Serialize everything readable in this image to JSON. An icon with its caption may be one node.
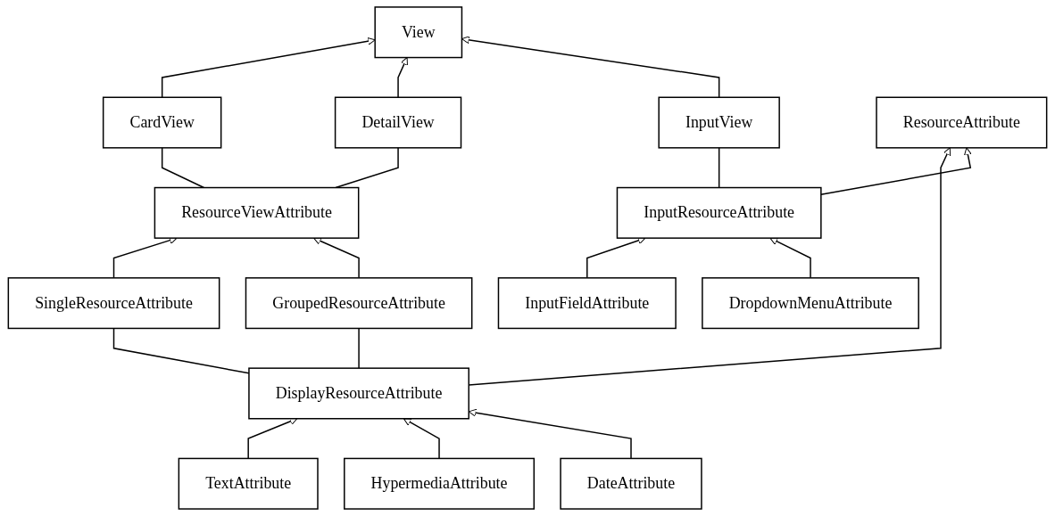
{
  "diagram": {
    "nodes": [
      {
        "text": [
          "View"
        ]
      },
      {
        "text": [
          "CardView"
        ]
      },
      {
        "text": [
          "DetailView"
        ]
      },
      {
        "text": [
          "InputView"
        ]
      },
      {
        "text": [
          "ResourceViewAttribute"
        ]
      },
      {
        "text": [
          "SingleResourceAttribute"
        ]
      },
      {
        "text": [
          "GroupedResourceAttribute"
        ]
      },
      {
        "text": [
          "DisplayResourceAttribute"
        ]
      },
      {
        "text": [
          "ResourceAttribute"
        ]
      },
      {
        "text": [
          "InputResourceAttribute"
        ]
      },
      {
        "text": [
          "TextAttribute"
        ]
      },
      {
        "text": [
          "HypermediaAttribute"
        ]
      },
      {
        "text": [
          "DateAttribute"
        ]
      },
      {
        "text": [
          "InputFieldAttribute"
        ]
      },
      {
        "text": [
          "DropdownMenuAttribute"
        ]
      }
    ],
    "edges": [
      {
        "from": 1,
        "to": 0,
        "arrow": "to"
      },
      {
        "from": 2,
        "to": 0,
        "arrow": "to"
      },
      {
        "from": 3,
        "to": 0,
        "arrow": "to"
      },
      {
        "from": 4,
        "to": 1,
        "arrow": "none"
      },
      {
        "from": 4,
        "to": 2,
        "arrow": "none"
      },
      {
        "from": 5,
        "to": 4,
        "arrow": "to"
      },
      {
        "from": 6,
        "to": 4,
        "arrow": "to"
      },
      {
        "from": 7,
        "to": 5,
        "arrow": "none"
      },
      {
        "from": 7,
        "to": 6,
        "arrow": "none"
      },
      {
        "from": 7,
        "to": 8,
        "arrow": "to"
      },
      {
        "from": 9,
        "to": 8,
        "arrow": "to"
      },
      {
        "from": 9,
        "to": 3,
        "arrow": "none"
      },
      {
        "from": 10,
        "to": 7,
        "arrow": "to"
      },
      {
        "from": 11,
        "to": 7,
        "arrow": "to"
      },
      {
        "from": 12,
        "to": 7,
        "arrow": "to"
      },
      {
        "from": 13,
        "to": 9,
        "arrow": "to"
      },
      {
        "from": 14,
        "to": 9,
        "arrow": "to"
      }
    ]
  }
}
